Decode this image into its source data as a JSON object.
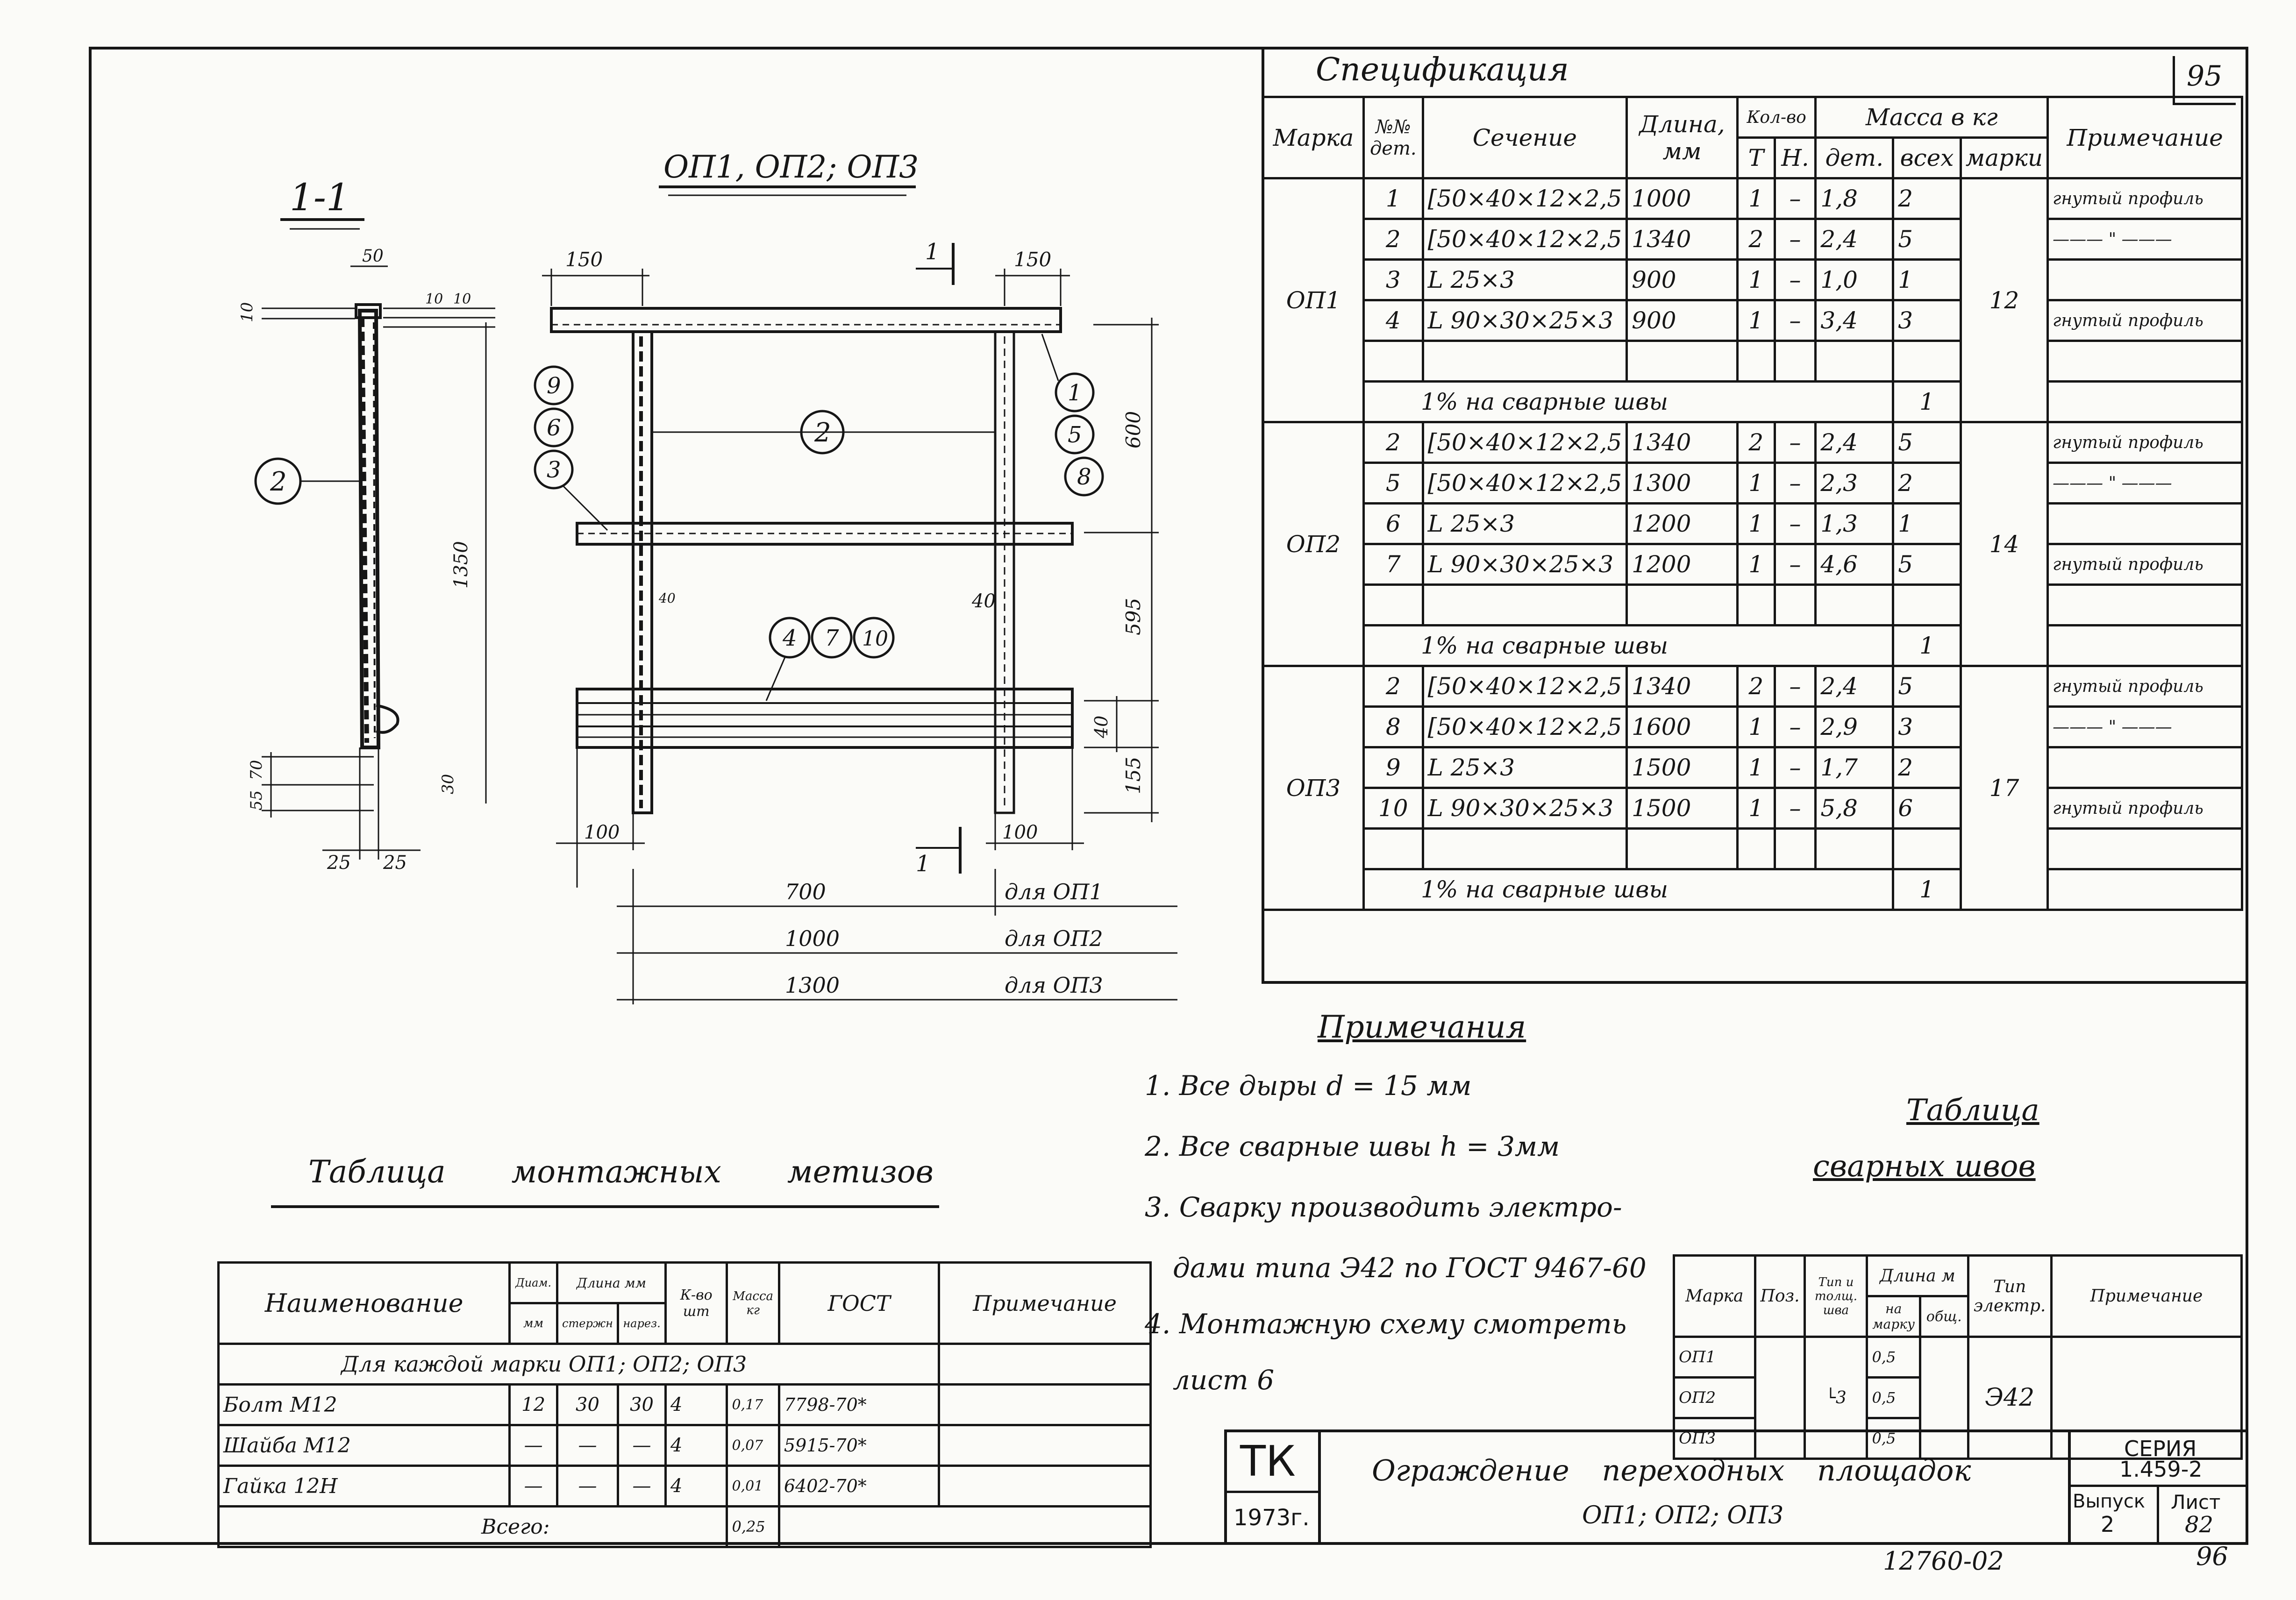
{
  "sheet": {
    "corner_number": "95",
    "bottom_number": "12760-02",
    "bottom_page": "96"
  },
  "section_view": {
    "label": "1-1",
    "dims": [
      "50",
      "10",
      "10",
      "10",
      "1350",
      "70",
      "55",
      "30",
      "25",
      "25"
    ],
    "callout": "2"
  },
  "front_view": {
    "title": "ОП1, ОП2; ОП3",
    "top_dims": [
      "150",
      "150"
    ],
    "side_dims": [
      "600",
      "595",
      "40",
      "155"
    ],
    "inner_dims": [
      "40",
      "40"
    ],
    "bottom_dims": [
      "100",
      "100"
    ],
    "section_marks": [
      "1",
      "1"
    ],
    "span_label": "2",
    "left_callouts": [
      "9",
      "6",
      "3"
    ],
    "right_callouts": [
      "1",
      "5",
      "8"
    ],
    "mid_callouts": [
      "4",
      "7",
      "10"
    ],
    "length_rows": [
      {
        "value": "700",
        "label": "для ОП1"
      },
      {
        "value": "1000",
        "label": "для ОП2"
      },
      {
        "value": "1300",
        "label": "для ОП3"
      }
    ]
  },
  "spec_table": {
    "title": "Спецификация",
    "headers": {
      "marka": "Марка",
      "num": "№№ дет.",
      "sechenie": "Сечение",
      "dlina": "Длина, мм",
      "kolvo": "Кол-во",
      "t": "Т",
      "n": "Н.",
      "massa": "Масса в кг",
      "det": "дет.",
      "vseh": "всех",
      "marki": "марки",
      "primech": "Примечание"
    },
    "groups": [
      {
        "marka": "ОП1",
        "mass_total": "12",
        "rows": [
          [
            "1",
            "[50×40×12×2,5",
            "1000",
            "1",
            "–",
            "1,8",
            "2",
            "гнутый профиль"
          ],
          [
            "2",
            "[50×40×12×2,5",
            "1340",
            "2",
            "–",
            "2,4",
            "5",
            "——— \" ———"
          ],
          [
            "3",
            "L 25×3",
            "900",
            "1",
            "–",
            "1,0",
            "1",
            ""
          ],
          [
            "4",
            "L 90×30×25×3",
            "900",
            "1",
            "–",
            "3,4",
            "3",
            "гнутый профиль"
          ],
          [
            "",
            "",
            "",
            "",
            "",
            "",
            "",
            ""
          ]
        ],
        "weld_text": "1% на сварные швы",
        "weld_value": "1"
      },
      {
        "marka": "ОП2",
        "mass_total": "14",
        "rows": [
          [
            "2",
            "[50×40×12×2,5",
            "1340",
            "2",
            "–",
            "2,4",
            "5",
            "гнутый профиль"
          ],
          [
            "5",
            "[50×40×12×2,5",
            "1300",
            "1",
            "–",
            "2,3",
            "2",
            "——— \" ———"
          ],
          [
            "6",
            "L 25×3",
            "1200",
            "1",
            "–",
            "1,3",
            "1",
            ""
          ],
          [
            "7",
            "L 90×30×25×3",
            "1200",
            "1",
            "–",
            "4,6",
            "5",
            "гнутый профиль"
          ],
          [
            "",
            "",
            "",
            "",
            "",
            "",
            "",
            ""
          ]
        ],
        "weld_text": "1% на сварные швы",
        "weld_value": "1"
      },
      {
        "marka": "ОП3",
        "mass_total": "17",
        "rows": [
          [
            "2",
            "[50×40×12×2,5",
            "1340",
            "2",
            "–",
            "2,4",
            "5",
            "гнутый профиль"
          ],
          [
            "8",
            "[50×40×12×2,5",
            "1600",
            "1",
            "–",
            "2,9",
            "3",
            "——— \" ———"
          ],
          [
            "9",
            "L 25×3",
            "1500",
            "1",
            "–",
            "1,7",
            "2",
            ""
          ],
          [
            "10",
            "L 90×30×25×3",
            "1500",
            "1",
            "–",
            "5,8",
            "6",
            "гнутый профиль"
          ],
          [
            "",
            "",
            "",
            "",
            "",
            "",
            "",
            ""
          ]
        ],
        "weld_text": "1% на сварные швы",
        "weld_value": "1"
      }
    ]
  },
  "notes": {
    "title": "Примечания",
    "items": [
      "1. Все дыры d = 15 мм",
      "2. Все сварные швы h = 3мм",
      "3. Сварку производить электро-",
      "дами типа Э42 по ГОСТ 9467-60",
      "4. Монтажную схему смотреть",
      "лист 6"
    ]
  },
  "weld_table": {
    "title1": "Таблица",
    "title2": "сварных швов",
    "headers": {
      "marka": "Марка",
      "poz": "Поз.",
      "tip": "Тип и толщ. шва",
      "dlina": "Длина м",
      "na": "на марку",
      "obsh": "общ.",
      "elektr": "Тип электр.",
      "primech": "Примечание"
    },
    "marks": [
      "ОП1",
      "ОП2",
      "ОП3"
    ],
    "thickness": "3",
    "lengths": [
      "0,5",
      "0,5",
      "0,5"
    ],
    "electrode": "Э42"
  },
  "hardware_table": {
    "title": "Таблица монтажных метизов",
    "headers": {
      "name": "Наименование",
      "diam": "Диам.",
      "mm": "мм",
      "dlina": "Длина мм",
      "sterzh": "стержн",
      "nareza": "нарез.",
      "kol": "К-во шт",
      "massa": "Масса кг",
      "gost": "ГОСТ",
      "primech": "Примечание"
    },
    "group_row": "Для каждой марки ОП1; ОП2; ОП3",
    "rows": [
      [
        "Болт М12",
        "12",
        "30",
        "30",
        "4",
        "0,17",
        "7798-70*"
      ],
      [
        "Шайба М12",
        "—",
        "—",
        "—",
        "4",
        "0,07",
        "5915-70*"
      ],
      [
        "Гайка 12Н",
        "—",
        "—",
        "—",
        "4",
        "0,01",
        "6402-70*"
      ]
    ],
    "total_label": "Всего:",
    "total_value": "0,25"
  },
  "title_block": {
    "org": "ТК",
    "year": "1973г.",
    "name_line1": "Ограждение переходных площадок",
    "name_line2": "ОП1; ОП2; ОП3",
    "series_label": "СЕРИЯ",
    "series_value": "1.459-2",
    "issue_label": "Выпуск",
    "issue_value": "2",
    "sheet_label": "Лист",
    "sheet_value": "82"
  }
}
